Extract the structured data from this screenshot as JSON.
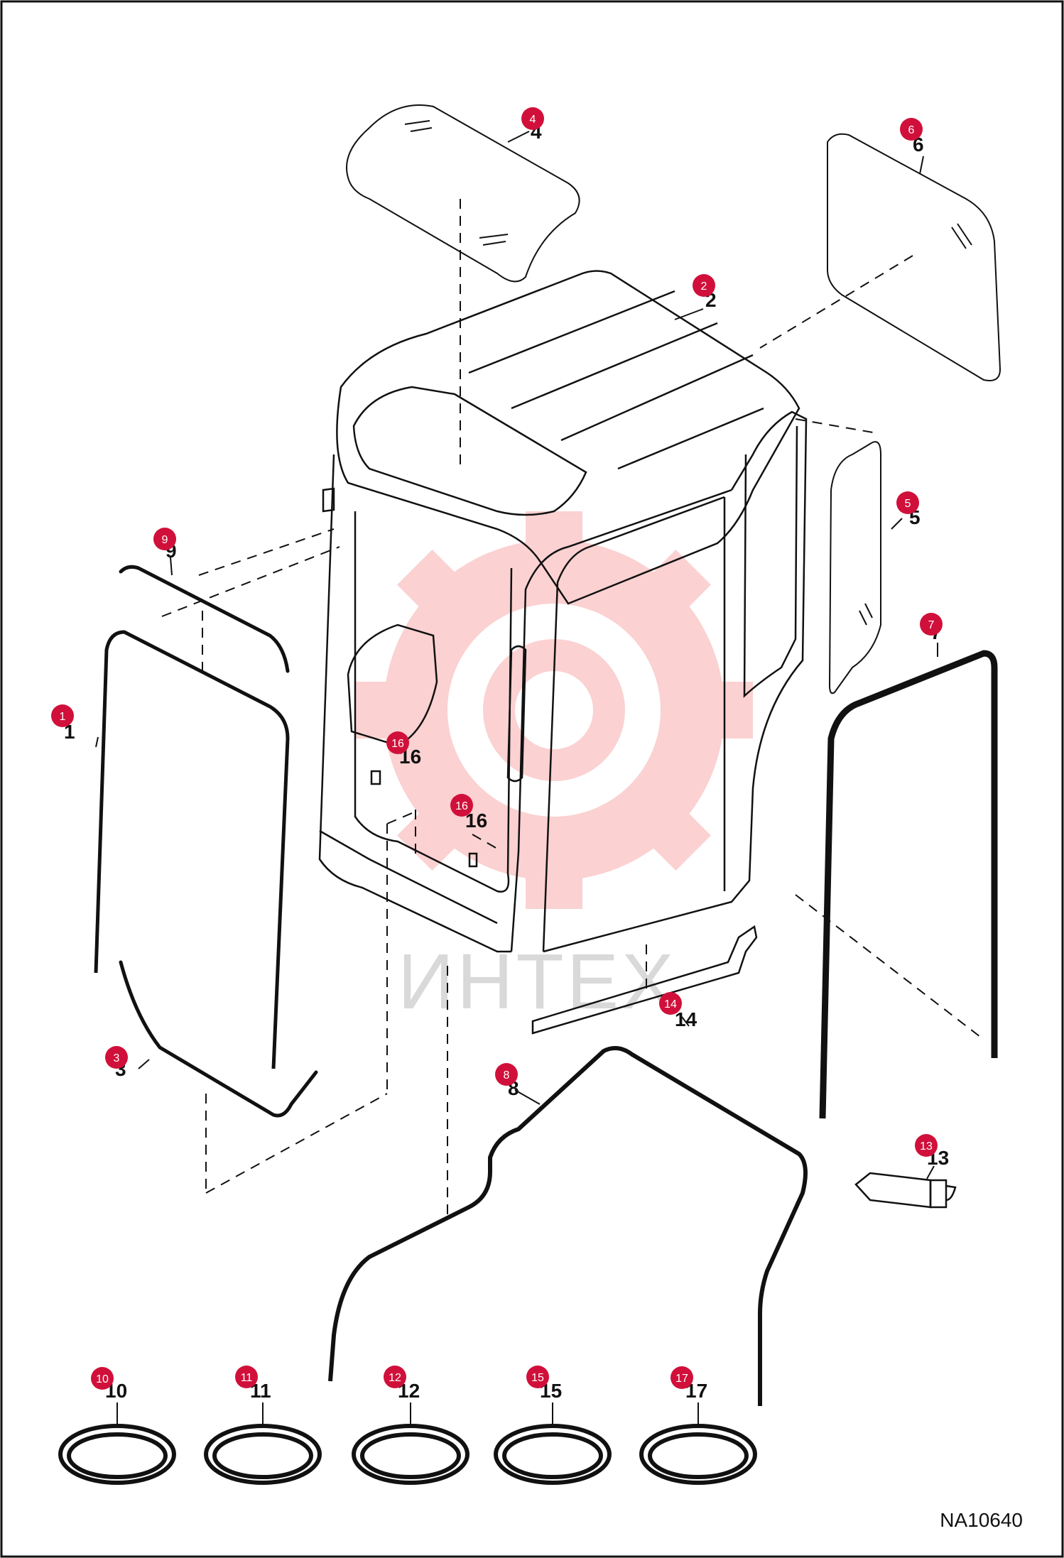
{
  "diagram": {
    "reference_code": "NA10640",
    "watermark_text": "ИНТЕХ",
    "callout_color": "#d0103a",
    "callouts": [
      {
        "id": "1",
        "label": "1"
      },
      {
        "id": "2",
        "label": "2"
      },
      {
        "id": "3",
        "label": "3"
      },
      {
        "id": "4",
        "label": "4"
      },
      {
        "id": "5",
        "label": "5"
      },
      {
        "id": "6",
        "label": "6"
      },
      {
        "id": "7",
        "label": "7"
      },
      {
        "id": "8",
        "label": "8"
      },
      {
        "id": "9",
        "label": "9"
      },
      {
        "id": "10",
        "label": "10"
      },
      {
        "id": "11",
        "label": "11"
      },
      {
        "id": "12",
        "label": "12"
      },
      {
        "id": "13",
        "label": "13"
      },
      {
        "id": "14",
        "label": "14"
      },
      {
        "id": "15",
        "label": "15"
      },
      {
        "id": "16a",
        "label": "16"
      },
      {
        "id": "16b",
        "label": "16"
      },
      {
        "id": "17",
        "label": "17"
      }
    ],
    "part_numbers": {
      "p1": "1",
      "p2": "2",
      "p3": "3",
      "p4": "4",
      "p5": "5",
      "p6": "6",
      "p7": "7",
      "p8": "8",
      "p9": "9",
      "p10": "10",
      "p11": "11",
      "p12": "12",
      "p13": "13",
      "p14": "14",
      "p15": "15",
      "p16a": "16",
      "p16b": "16",
      "p17": "17"
    }
  }
}
